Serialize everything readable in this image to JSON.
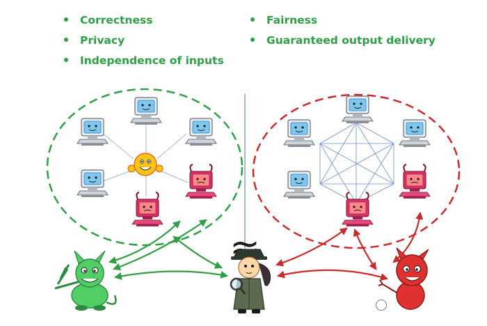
{
  "requirements_left": [
    "Correctness",
    "Privacy",
    "Independence of inputs"
  ],
  "requirements_right": [
    "Fairness",
    "Guaranteed output delivery"
  ],
  "approx_symbol": "≈",
  "watermark": "",
  "colors": {
    "green": "#2f9e44",
    "red": "#c92a2a",
    "blue_line": "#4a6fa5",
    "mesh": "#6b8fc9",
    "screen": "#7fc8ec"
  }
}
